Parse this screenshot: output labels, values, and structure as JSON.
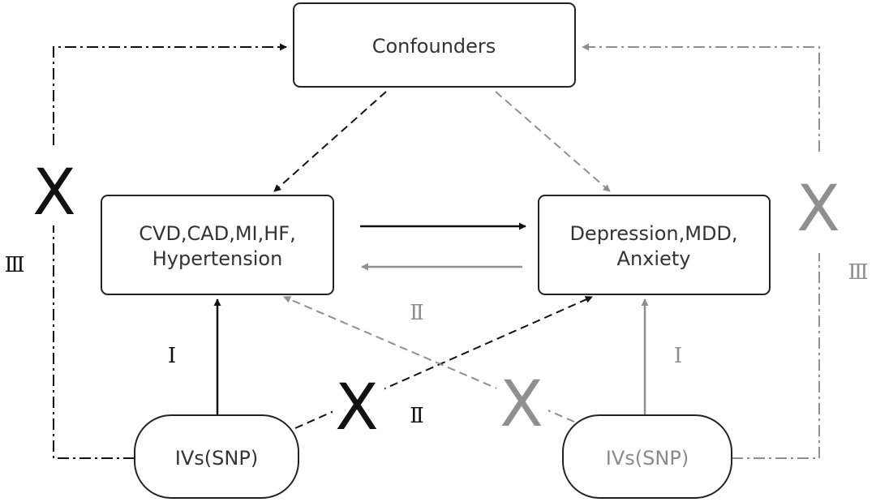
{
  "nodes": {
    "confounders": "Confounders",
    "exposure_line1": "CVD,CAD,MI,HF,",
    "exposure_line2": "Hypertension",
    "outcome_line1": "Depression,MDD,",
    "outcome_line2": "Anxiety",
    "iv_left": "IVs(SNP)",
    "iv_right": "IVs(SNP)"
  },
  "labels": {
    "assumption_1": "Ⅰ",
    "assumption_2": "Ⅱ",
    "assumption_3": "Ⅲ",
    "violation": "X"
  },
  "colors": {
    "black": "#111111",
    "gray": "#8f8f8f",
    "box_stroke": "#222222"
  }
}
